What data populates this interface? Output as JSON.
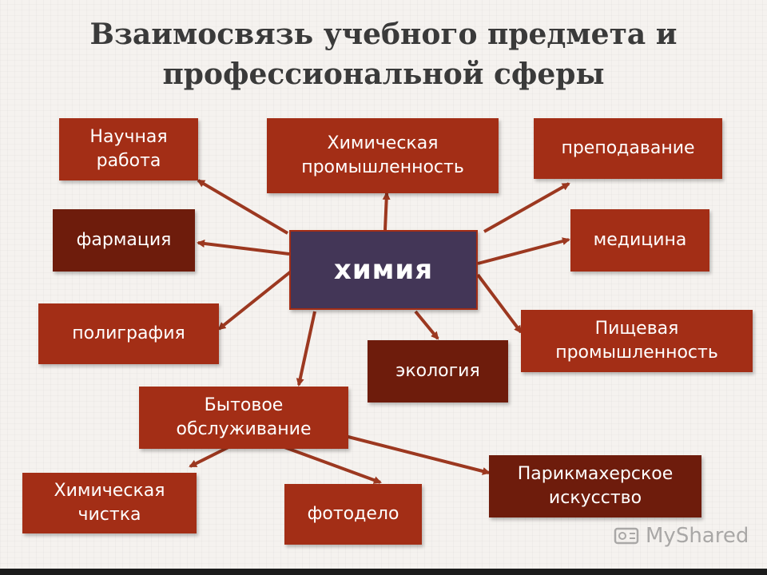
{
  "title": {
    "line1": "Взаимосвязь учебного предмета и",
    "line2": "профессиональной сферы"
  },
  "center": "химия",
  "nodes": {
    "nauchnaya": [
      "Научная",
      "работа"
    ],
    "khim_prom": [
      "Химическая",
      "промышленность"
    ],
    "prepodavanie": "преподавание",
    "farmatsiya": "фармация",
    "meditsina": "медицина",
    "poligrafiya": "полиграфия",
    "pishchevaya": [
      "Пищевая",
      "промышленность"
    ],
    "ekologiya": "экология",
    "bytovoe": [
      "Бытовое",
      "обслуживание"
    ],
    "khim_chistka": [
      "Химическая",
      "чистка"
    ],
    "fotodelo": "фотоделo",
    "parikmakherskoe": [
      "Парикмахерское",
      "искусство"
    ]
  },
  "colors": {
    "box": "#a32e16",
    "box_dark": "#6e1c0c",
    "center": "#433657",
    "arrow": "#9c3820",
    "title": "#3a3a3a"
  },
  "watermark": {
    "text": "MyShared"
  }
}
